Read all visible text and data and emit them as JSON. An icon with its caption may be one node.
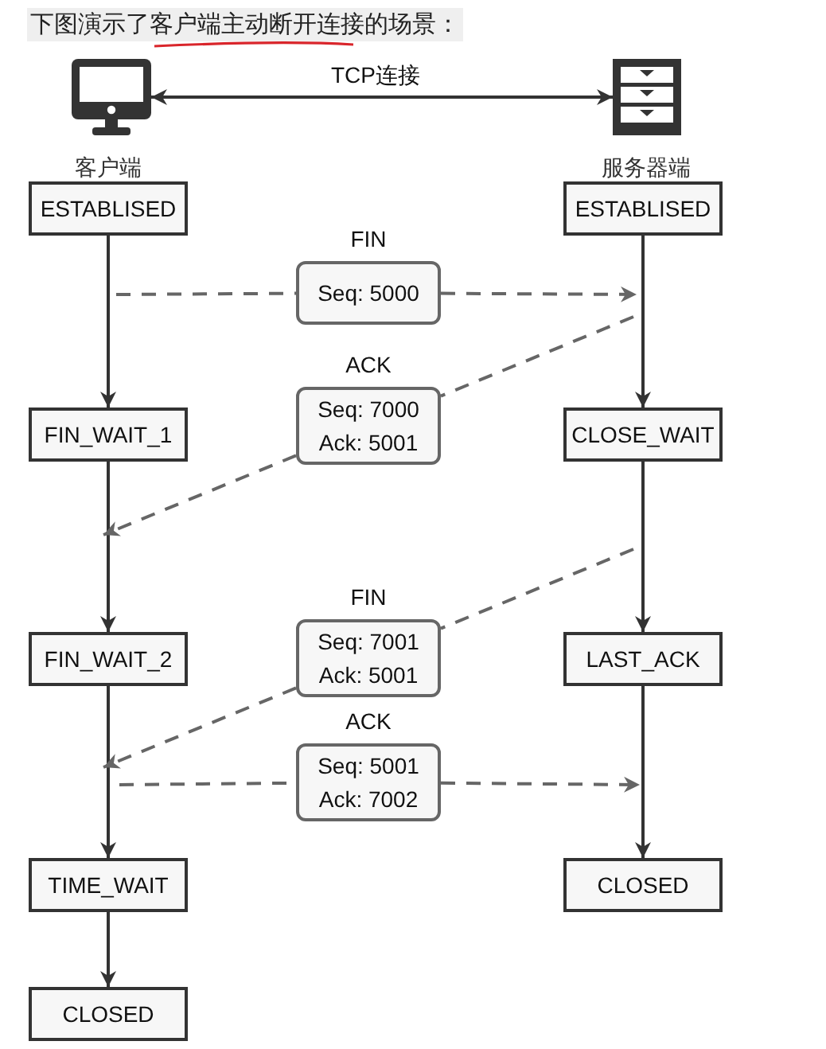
{
  "diagram": {
    "title": "下图演示了客户端主动断开连接的场景：",
    "labels": [
      "客户端",
      "服务器端"
    ],
    "nodes": [
      {
        "text": [],
        "shape": "computer"
      },
      {
        "text": [],
        "shape": "cabinet"
      },
      {
        "text": [
          "ESTABLISED"
        ]
      },
      {
        "text": [
          "ESTABLISED"
        ]
      },
      {
        "text": [
          "FIN",
          "Seq: 5000"
        ]
      },
      {
        "text": [
          "ACK",
          "Seq: 7000 Ack: 5001"
        ]
      },
      {
        "text": [
          "FIN_WAIT_1"
        ]
      },
      {
        "text": [
          "CLOSE_WAIT"
        ]
      },
      {
        "text": [
          "FIN",
          "Seq: 7001 Ack: 5001"
        ]
      },
      {
        "text": [
          "FIN_WAIT_2"
        ]
      },
      {
        "text": [
          "LAST_ACK"
        ]
      },
      {
        "text": [
          "ACK",
          "Seq: 5001 Ack: 7002"
        ]
      },
      {
        "text": [
          "TIME_WAIT"
        ]
      },
      {
        "text": [
          "CLOSED"
        ]
      },
      {
        "text": [
          "CLOSED"
        ]
      }
    ],
    "edges": [
      {
        "from": 0,
        "to": 1,
        "arrow": "both",
        "label": "TCP连接"
      },
      {
        "from": 2,
        "to": 6,
        "arrow": "to"
      },
      {
        "from": 6,
        "to": 9,
        "arrow": "to"
      },
      {
        "from": 9,
        "to": 12,
        "arrow": "to"
      },
      {
        "from": 12,
        "to": 14,
        "arrow": "to"
      },
      {
        "from": 3,
        "to": 7,
        "arrow": "to"
      },
      {
        "from": 7,
        "to": 10,
        "arrow": "to"
      },
      {
        "from": 10,
        "to": 13,
        "arrow": "to"
      },
      {
        "from": null,
        "to": 4,
        "arrow": "none",
        "style": "dashed",
        "color": "#666666"
      },
      {
        "from": 4,
        "to": null,
        "arrow": "to",
        "style": "dashed",
        "color": "#666666"
      },
      {
        "from": null,
        "to": 5,
        "arrow": "none",
        "style": "dashed",
        "color": "#666666"
      },
      {
        "from": 5,
        "to": null,
        "arrow": "to",
        "style": "dashed",
        "color": "#666666"
      },
      {
        "from": null,
        "to": 8,
        "arrow": "none",
        "style": "dashed",
        "color": "#666666"
      },
      {
        "from": 8,
        "to": null,
        "arrow": "to",
        "style": "dashed",
        "color": "#666666"
      },
      {
        "from": null,
        "to": 11,
        "arrow": "none",
        "style": "dashed",
        "color": "#666666"
      },
      {
        "from": 11,
        "to": null,
        "arrow": "to",
        "style": "dashed",
        "color": "#666666"
      }
    ]
  }
}
